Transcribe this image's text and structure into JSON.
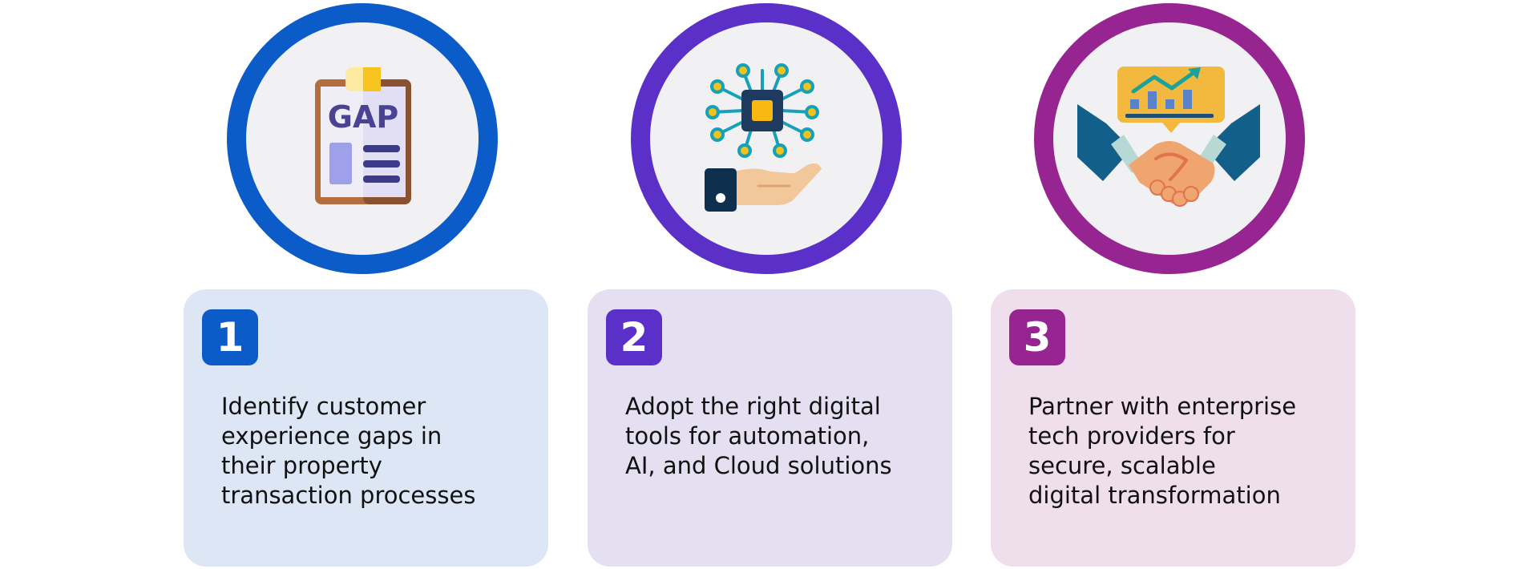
{
  "steps": [
    {
      "number": "1",
      "text": "Identify customer\nexperience gaps in\ntheir property\ntransaction processes",
      "icon": "gap-clipboard-icon",
      "icon_label": "GAP",
      "ring_color": "#0b5cc8",
      "card_color": "#dde6f5",
      "badge_color": "#0b5cc8"
    },
    {
      "number": "2",
      "text": "Adopt the right digital\ntools for automation,\nAI, and Cloud solutions",
      "icon": "ai-chip-hand-icon",
      "ring_color": "#5a30c8",
      "card_color": "#e4dff1",
      "badge_color": "#5a30c8"
    },
    {
      "number": "3",
      "text": "Partner with enterprise\ntech providers for\nsecure, scalable\ndigital transformation",
      "icon": "handshake-growth-icon",
      "ring_color": "#962491",
      "card_color": "#efdfec",
      "badge_color": "#962491"
    }
  ]
}
